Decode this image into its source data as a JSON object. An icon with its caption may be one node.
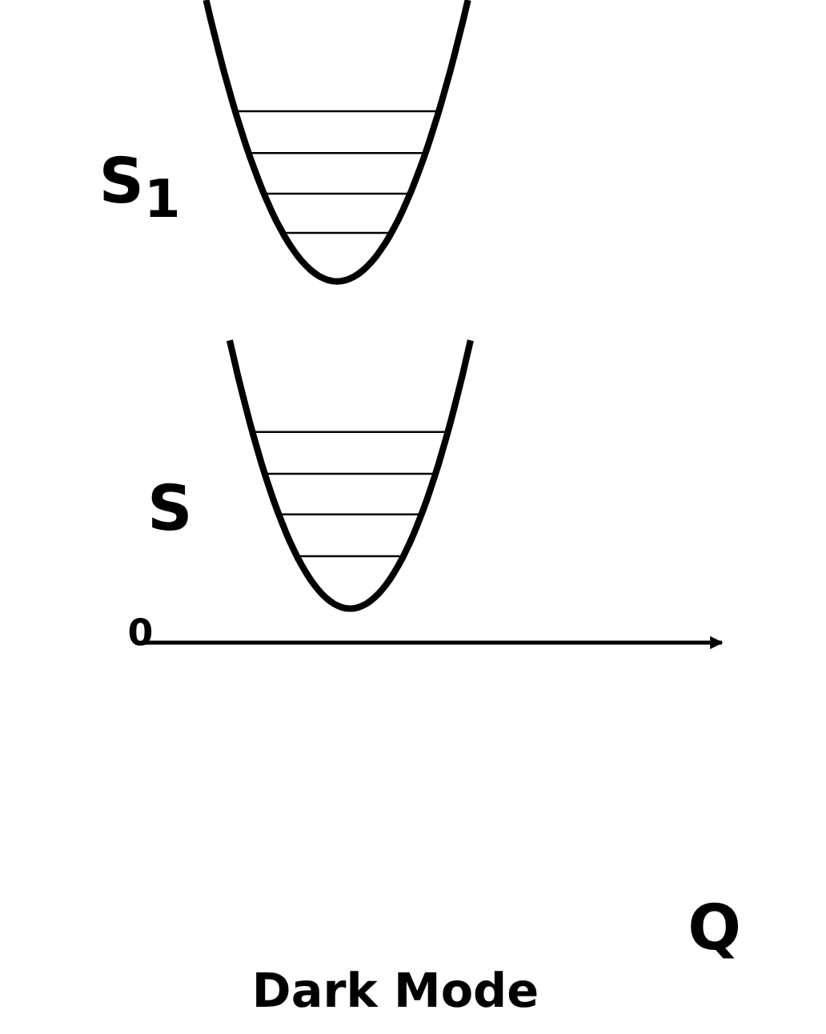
{
  "diagram": {
    "caption": "Dark Mode",
    "labels": [
      "S$_{1}$",
      "S",
      "0",
      "Q"
    ]
  }
}
